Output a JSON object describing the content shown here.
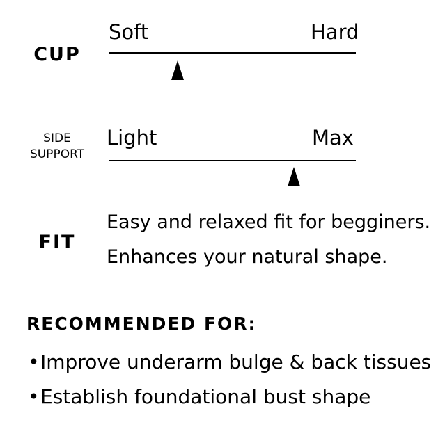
{
  "cup": {
    "label": "CUP",
    "low_label": "Soft",
    "high_label": "Hard",
    "level": 0.28
  },
  "side_support": {
    "label_line1": "SIDE",
    "label_line2": "SUPPORT",
    "low_label": "Light",
    "high_label": "Max",
    "level": 0.75
  },
  "fit": {
    "label": "FIT",
    "lines": [
      "Easy and relaxed fit for begginers.",
      "Enhances your natural shape."
    ]
  },
  "recommended": {
    "title": "RECOMMENDED FOR:",
    "bullet": "•",
    "items": [
      "Improve underarm bulge & back tissues",
      "Establish foundational bust shape"
    ]
  }
}
